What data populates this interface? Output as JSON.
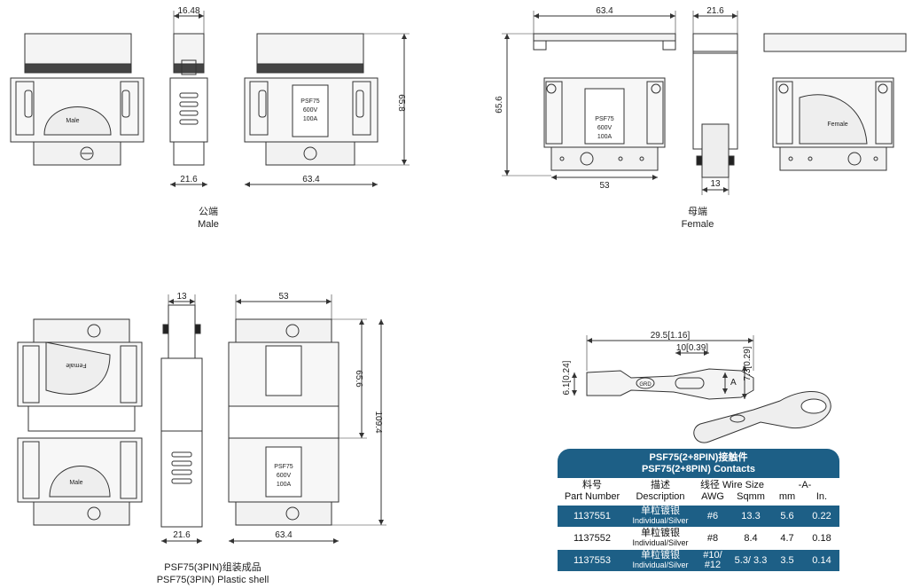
{
  "top_left": {
    "dims": {
      "w_top": "16.48",
      "w_bottom": "21.6",
      "w_right": "63.4",
      "h_right": "65.8"
    },
    "labels": {
      "male_front": "Male",
      "male_plate": [
        "PSF75",
        "600V",
        "100A"
      ]
    },
    "caption_cn": "公端",
    "caption_en": "Male"
  },
  "top_right": {
    "dims": {
      "w_top": "63.4",
      "w_side": "21.6",
      "h_left": "65.6",
      "w_bottom": "53",
      "w_side_bottom": "13"
    },
    "labels": {
      "female_front": "Female",
      "female_plate": [
        "PSF75",
        "600V",
        "100A"
      ]
    },
    "caption_cn": "母端",
    "caption_en": "Female"
  },
  "bottom_left": {
    "dims": {
      "w_side_top": "13",
      "w_right_top": "53",
      "h_right_inner": "65.6",
      "h_right_total": "109.4",
      "w_side_bottom": "21.6",
      "w_right_bottom": "63.4"
    },
    "labels": {
      "female_top": "Female",
      "male_bottom": "Male",
      "plate": [
        "PSF75",
        "600V",
        "100A"
      ]
    },
    "caption_cn": "PSF75(3PIN)组装成品",
    "caption_en": "PSF75(3PIN) Plastic shell"
  },
  "contact_drawing": {
    "dims": {
      "length": "29.5[1.16]",
      "slot": "10[0.39]",
      "height_right": "7.3[0.29]",
      "height_left": "6.1[0.24]",
      "a": "A"
    },
    "logo": "GRD"
  },
  "contacts_table": {
    "title_cn": "PSF75(2+8PIN)接触件",
    "title_en": "PSF75(2+8PIN) Contacts",
    "headers": {
      "part_cn": "料号",
      "part_en": "Part Number",
      "desc_cn": "描述",
      "desc_en": "Description",
      "wire": "线径 Wire Size",
      "awg": "AWG",
      "sqmm": "Sqmm",
      "a": "-A-",
      "mm": "mm",
      "in": "In."
    },
    "rows": [
      {
        "part": "1137551",
        "desc_cn": "单粒镀银",
        "desc_en": "Individual/Silver",
        "awg": "#6",
        "sqmm": "13.3",
        "mm": "5.6",
        "in": "0.22"
      },
      {
        "part": "1137552",
        "desc_cn": "单粒镀银",
        "desc_en": "Individual/Silver",
        "awg": "#8",
        "sqmm": "8.4",
        "mm": "4.7",
        "in": "0.18"
      },
      {
        "part": "1137553",
        "desc_cn": "单粒镀银",
        "desc_en": "Individual/Silver",
        "awg": "#10/ #12",
        "sqmm": "5.3/ 3.3",
        "mm": "3.5",
        "in": "0.14"
      }
    ]
  }
}
